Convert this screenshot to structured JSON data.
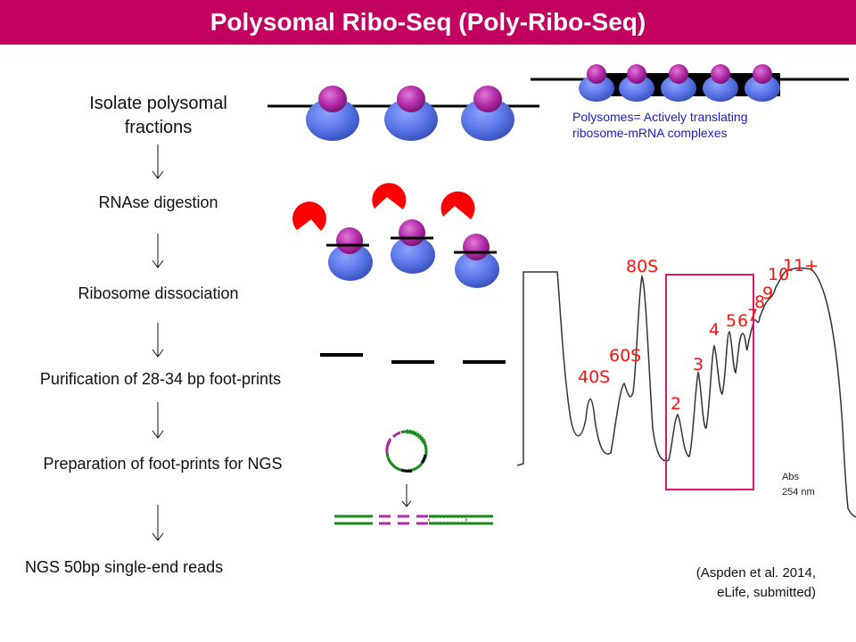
{
  "title": "Polysomal Ribo-Seq (Poly-Ribo-Seq)",
  "colors": {
    "title_bg": "#c2005f",
    "ribosome_large": "#5b77e8",
    "ribosome_small": "#b22aa8",
    "rnase": "#ff0000",
    "box": "#e0186a",
    "label": "#ff1010",
    "caption": "#1a1ad8",
    "adapter_green": "#1a8a1a",
    "adapter_magenta": "#b22aa8"
  },
  "steps": [
    {
      "line1": "Isolate polysomal",
      "line2": "fractions"
    },
    {
      "line1": "RNAse digestion"
    },
    {
      "line1": "Ribosome dissociation"
    },
    {
      "line1": "Purification of 28-34 bp foot-prints"
    },
    {
      "line1": "Preparation of foot-prints for NGS"
    },
    {
      "line1": "NGS 50bp single-end reads"
    }
  ],
  "polysome_caption": {
    "line1": "Polysomes= Actively translating",
    "line2": "ribosome-mRNA complexes"
  },
  "profile": {
    "peak_labels": [
      "40S",
      "60S",
      "80S",
      "2",
      "3",
      "4",
      "5",
      "6",
      "7",
      "8",
      "9",
      "10",
      "11+"
    ],
    "axis_label": {
      "line1": "Abs",
      "line2": "254 nm"
    }
  },
  "citation": {
    "line1": "(Aspden et al. 2014,",
    "line2": "eLife, submitted)"
  }
}
